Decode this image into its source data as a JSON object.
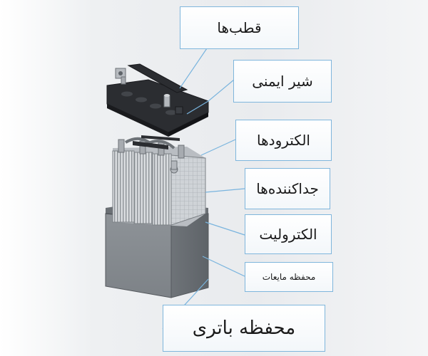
{
  "diagram": {
    "colors": {
      "leader_line": "#79b4de",
      "box_border": "#7fb6dc",
      "dark_part": "#2b2d31",
      "plate": "#c9cdd2",
      "case": "#8f9499"
    },
    "labels": [
      {
        "id": "terminals",
        "text": "قطب‌ها"
      },
      {
        "id": "safety-valve",
        "text": "شیر ایمنی"
      },
      {
        "id": "electrodes",
        "text": "الکترودها"
      },
      {
        "id": "separators",
        "text": "جداکننده‌ها"
      },
      {
        "id": "electrolyte",
        "text": "الکترولیت"
      },
      {
        "id": "liquid-container",
        "text": "محفظه مایعات"
      },
      {
        "id": "battery-case",
        "text": "محفظه باتری"
      }
    ]
  }
}
